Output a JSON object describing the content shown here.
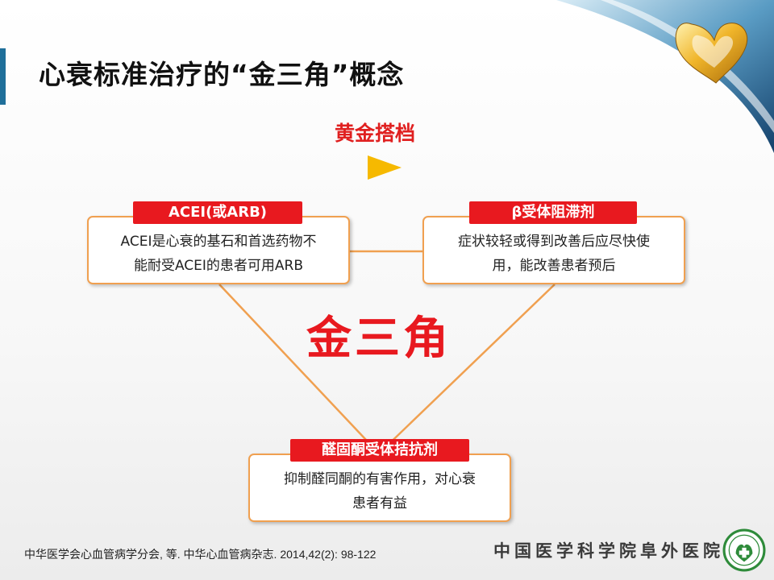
{
  "slide": {
    "title": "心衰标准治疗的“金三角”概念",
    "subtitle": "黄金搭档",
    "center_label": "金三角"
  },
  "boxes": {
    "left": {
      "tag": "ACEI(或ARB)",
      "line1": "ACEI是心衰的基石和首选药物不",
      "line2": "能耐受ACEI的患者可用ARB"
    },
    "right": {
      "tag": "β受体阻滞剂",
      "line1": "症状较轻或得到改善后应尽快使",
      "line2": "用，能改善患者预后"
    },
    "bottom": {
      "tag": "醛固酮受体拮抗剂",
      "line1": "抑制醛同酮的有害作用，对心衰",
      "line2": "患者有益"
    }
  },
  "footer": {
    "citation": "中华医学会心血管病学分会, 等. 中华心血管病杂志. 2014,42(2):  98-122",
    "hospital": "中国医学科学院阜外医院"
  },
  "colors": {
    "accent_red": "#e8191f",
    "box_border": "#f0a050",
    "arrow": "#f6b900",
    "corner_blue": "#1f5f8a"
  },
  "icons": {
    "corner_logo": "gold-heart-logo-icon",
    "hospital_seal": "hospital-emblem-icon"
  }
}
